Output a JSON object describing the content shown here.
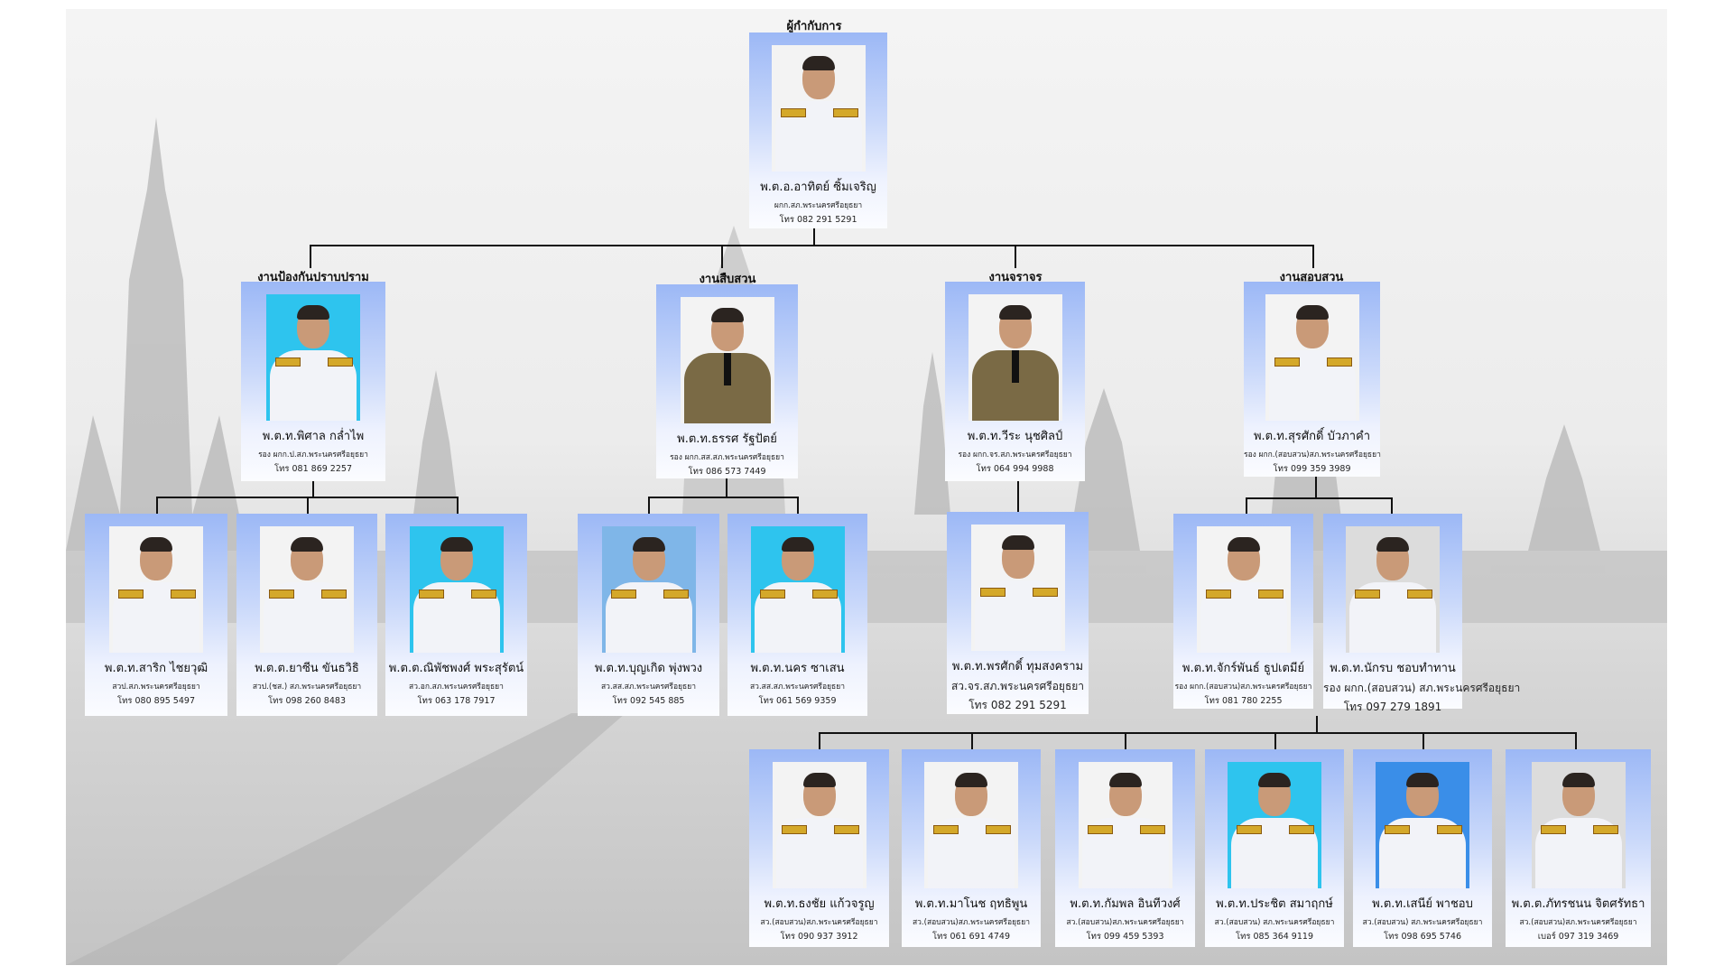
{
  "chart_title": "ผู้กำกับการ",
  "departments": [
    "งานป้องกันปราบปราม",
    "งานสืบสวน",
    "งานจราจร",
    "งานสอบสวน"
  ],
  "people": [
    {
      "name": "พ.ต.อ.อาทิตย์ ซิ้มเจริญ",
      "role": "ผกก.สภ.พระนครศรีอยุธยา",
      "phone": "โทร 082 291 5291"
    },
    {
      "name": "พ.ต.ท.พิศาล กล่ำไพ",
      "role": "รอง ผกก.ป.สภ.พระนครศรีอยุธยา",
      "phone": "โทร 081 869 2257"
    },
    {
      "name": "พ.ต.ท.ธรรศ รัฐปัตย์",
      "role": "รอง ผกก.สส.สภ.พระนครศรีอยุธยา",
      "phone": "โทร 086 573 7449"
    },
    {
      "name": "พ.ต.ท.วีระ นุชศิลป์",
      "role": "รอง ผกก.จร.สภ.พระนครศรีอยุธยา",
      "phone": "โทร 064 994 9988"
    },
    {
      "name": "พ.ต.ท.สุรศักดิ์ บัวภาคำ",
      "role": "รอง ผกก.(สอบสวน)สภ.พระนครศรีอยุธยา",
      "phone": "โทร 099 359 3989"
    },
    {
      "name": "พ.ต.ท.สาริก ไชยวุฒิ",
      "role": "สวป.สภ.พระนครศรีอยุธยา",
      "phone": "โทร 080 895 5497"
    },
    {
      "name": "พ.ต.ต.ยาซีน ขันธวิธิ",
      "role": "สวป.(ชส.) สภ.พระนครศรีอยุธยา",
      "phone": "โทร 098 260 8483"
    },
    {
      "name": "พ.ต.ต.ณิพัชพงศ์ พระสุรัตน์",
      "role": "สว.อก.สภ.พระนครศรีอยุธยา",
      "phone": "โทร 063 178 7917"
    },
    {
      "name": "พ.ต.ท.บุญเกิด พุ่งพวง",
      "role": "สว.สส.สภ.พระนครศรีอยุธยา",
      "phone": "โทร 092 545 885"
    },
    {
      "name": "พ.ต.ท.นคร ซาเสน",
      "role": "สว.สส.สภ.พระนครศรีอยุธยา",
      "phone": "โทร 061 569 9359"
    },
    {
      "name": "พ.ต.ท.พรศักดิ์ ทุมสงคราม",
      "role": "สว.จร.สภ.พระนครศรีอยุธยา",
      "phone": "โทร 082 291 5291"
    },
    {
      "name": "พ.ต.ท.จักร์พันธ์ ธูปเตมีย์",
      "role": "รอง ผกก.(สอบสวน)สภ.พระนครศรีอยุธยา",
      "phone": "โทร 081 780 2255"
    },
    {
      "name": "พ.ต.ท.นักรบ ชอบทำทาน",
      "role": "รอง ผกก.(สอบสวน) สภ.พระนครศรีอยุธยา",
      "phone": "โทร 097 279 1891"
    },
    {
      "name": "พ.ต.ท.ธงชัย แก้วจรูญ",
      "role": "สว.(สอบสวน)สภ.พระนครศรีอยุธยา",
      "phone": "โทร 090 937 3912"
    },
    {
      "name": "พ.ต.ท.มาโนช ฤทธิพูน",
      "role": "สว.(สอบสวน)สภ.พระนครศรีอยุธยา",
      "phone": "โทร 061 691 4749"
    },
    {
      "name": "พ.ต.ท.กัมพล อินทีวงศ์",
      "role": "สว.(สอบสวน)สภ.พระนครศรีอยุธยา",
      "phone": "โทร 099 459 5393"
    },
    {
      "name": "พ.ต.ท.ประชิต สมาฤกษ์",
      "role": "สว.(สอบสวน) สภ.พระนครศรีอยุธยา",
      "phone": "โทร 085 364 9119"
    },
    {
      "name": "พ.ต.ท.เสนีย์ พาชอบ",
      "role": "สว.(สอบสวน) สภ.พระนครศรีอยุธยา",
      "phone": "โทร 098 695 5746"
    },
    {
      "name": "พ.ต.ต.ภัทรชนน จิตศรัทธา",
      "role": "สว.(สอบสวน)สภ.พระนครศรีอยุธยา",
      "phone": "เบอร์ 097 319 3469"
    }
  ],
  "colors": {
    "card_top": "#9cb8f6",
    "card_bottom": "#fbfcff",
    "line": "#111111"
  }
}
